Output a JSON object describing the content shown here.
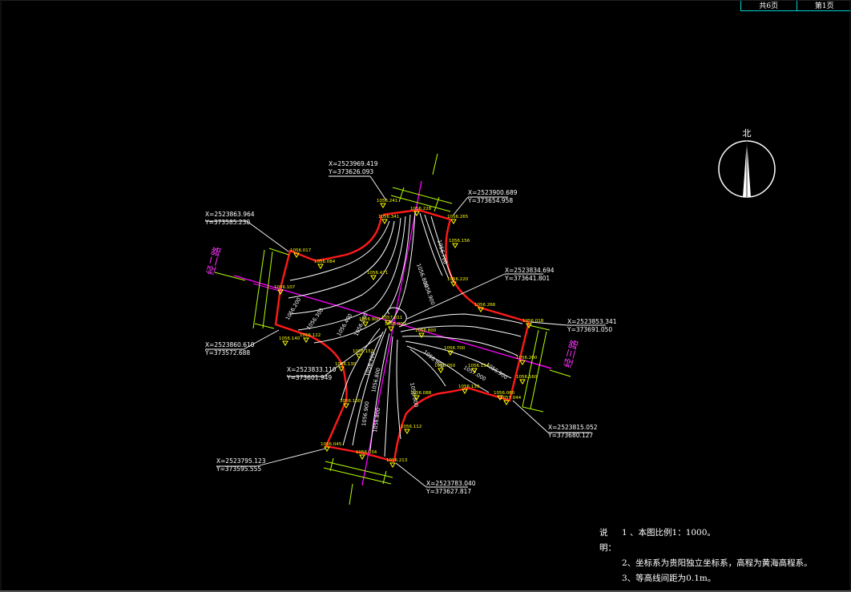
{
  "title_block": {
    "total": "共6页",
    "page": "第1页"
  },
  "north_label": "北",
  "roads": {
    "left": "经二路",
    "right": "经三路"
  },
  "coords": {
    "top_left": {
      "x": "X=2523969.419",
      "y": "Y=373626.093"
    },
    "top_right": {
      "x": "X=2523900.689",
      "y": "Y=373654.958"
    },
    "upper_left": {
      "x": "X=2523863.964",
      "y": "Y=373585.230"
    },
    "right_mid_upper": {
      "x": "X=2523834.694",
      "y": "Y=373641.801"
    },
    "right": {
      "x": "X=2523853.341",
      "y": "Y=373691.050"
    },
    "left_low": {
      "x": "X=2523860.610",
      "y": "Y=373572.688"
    },
    "center_low": {
      "x": "X=2523833.110",
      "y": "Y=373601.949"
    },
    "right_low": {
      "x": "X=2523815.052",
      "y": "Y=373680.127"
    },
    "bottom_left": {
      "x": "X=2523795.123",
      "y": "Y=373595.555"
    },
    "bottom_right": {
      "x": "X=2523783.040",
      "y": "Y=373627.817"
    }
  },
  "notes": {
    "prefix": "说明：",
    "line1": "1 、本图比例1：1000。",
    "line2": "2、坐标系为贵阳独立坐标系，高程为黄海高程系。",
    "line3": "3、等高线间距为0.1m。"
  },
  "elev_labels": [
    "1056.241",
    "1056.228",
    "1056.265",
    "1056.341",
    "1056.156",
    "1056.220",
    "1056.266",
    "1056.017",
    "1056.107",
    "1056.140",
    "1056.000",
    "1056.018",
    "1057.044",
    "1056.471",
    "1056.084",
    "1056.122",
    "1056.152",
    "1056.130",
    "1056.100",
    "1056.045",
    "1056.034",
    "1056.213",
    "1056.112",
    "1056.088",
    "1056.139",
    "1056.134",
    "1056.200",
    "1056.160",
    "1056.060",
    "1056.050",
    "1057.011",
    "1056.900",
    "1056.800",
    "1056.700"
  ],
  "colors": {
    "edge": "#ff1a1a",
    "axis": "#ff00ff",
    "leader": "#ffffff",
    "dim": "#b4ff00",
    "label": "#ffff00",
    "contour": "#ffffff",
    "frame": "#00d4d4"
  }
}
